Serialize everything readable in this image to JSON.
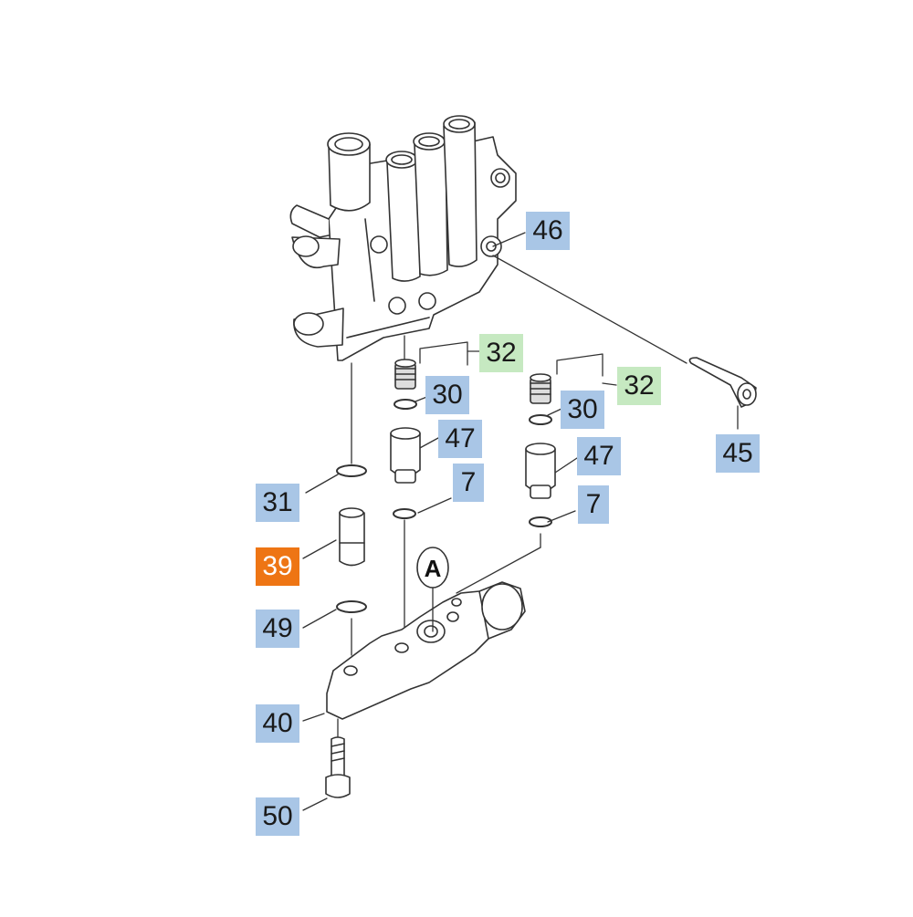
{
  "diagram": {
    "detail_marker": "A",
    "callouts": [
      {
        "id": "46",
        "label": "46",
        "kind": "standard"
      },
      {
        "id": "32a",
        "label": "32",
        "kind": "assembly"
      },
      {
        "id": "30a",
        "label": "30",
        "kind": "standard"
      },
      {
        "id": "47a",
        "label": "47",
        "kind": "standard"
      },
      {
        "id": "7a",
        "label": "7",
        "kind": "standard"
      },
      {
        "id": "32b",
        "label": "32",
        "kind": "assembly"
      },
      {
        "id": "30b",
        "label": "30",
        "kind": "standard"
      },
      {
        "id": "47b",
        "label": "47",
        "kind": "standard"
      },
      {
        "id": "7b",
        "label": "7",
        "kind": "standard"
      },
      {
        "id": "45",
        "label": "45",
        "kind": "standard"
      },
      {
        "id": "31",
        "label": "31",
        "kind": "standard"
      },
      {
        "id": "39",
        "label": "39",
        "kind": "selected"
      },
      {
        "id": "49",
        "label": "49",
        "kind": "standard"
      },
      {
        "id": "40",
        "label": "40",
        "kind": "standard"
      },
      {
        "id": "50",
        "label": "50",
        "kind": "standard"
      }
    ],
    "colors": {
      "standard": "#a9c6e6",
      "assembly": "#c6e9c1",
      "selected": "#ee7514",
      "line": "#333333"
    }
  }
}
